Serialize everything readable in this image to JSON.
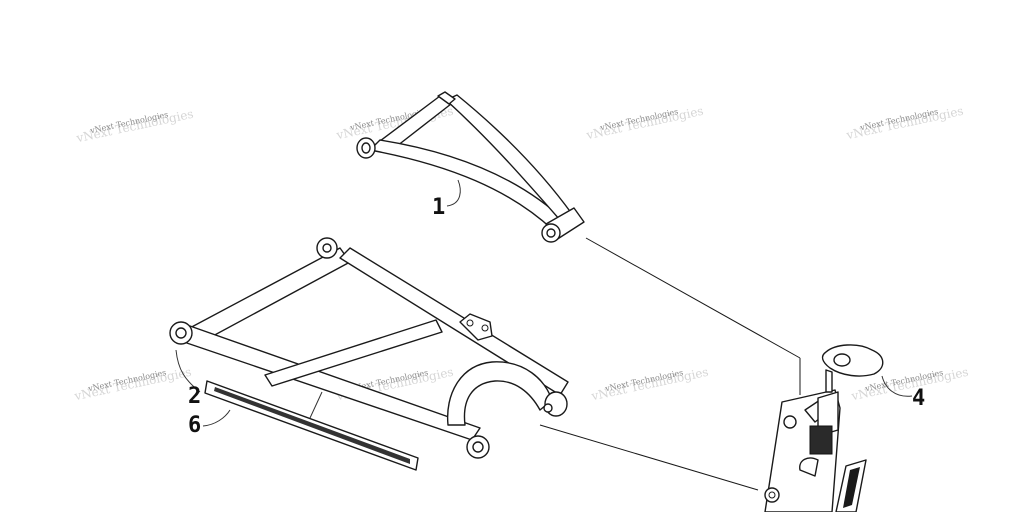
{
  "callouts": [
    {
      "id": "1",
      "label": "1"
    },
    {
      "id": "2",
      "label": "2"
    },
    {
      "id": "4",
      "label": "4"
    },
    {
      "id": "6",
      "label": "6"
    }
  ],
  "watermark": {
    "text": "vNext Technologies"
  }
}
